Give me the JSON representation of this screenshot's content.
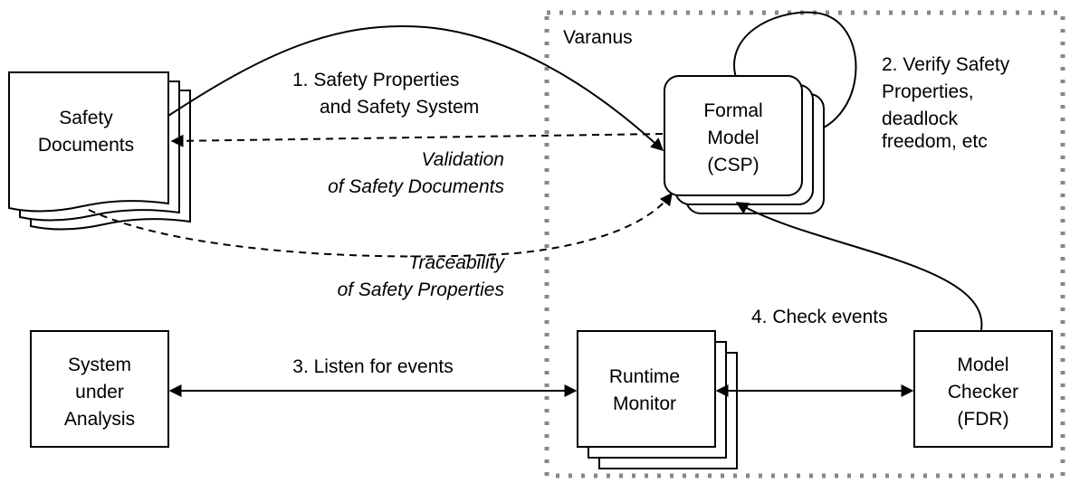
{
  "diagram": {
    "container_label": "Varanus",
    "safety_documents": {
      "line1": "Safety",
      "line2": "Documents"
    },
    "formal_model": {
      "line1": "Formal",
      "line2": "Model",
      "line3": "(CSP)"
    },
    "system_under_analysis": {
      "line1": "System",
      "line2": "under",
      "line3": "Analysis"
    },
    "runtime_monitor": {
      "line1": "Runtime",
      "line2": "Monitor"
    },
    "model_checker": {
      "line1": "Model",
      "line2": "Checker",
      "line3": "(FDR)"
    },
    "edge_1": {
      "line1": "1. Safety Properties",
      "line2": "and Safety System"
    },
    "edge_2": {
      "line1": "2. Verify Safety",
      "line2": "Properties,",
      "line3": "deadlock",
      "line4": "freedom, etc"
    },
    "edge_3": {
      "line1": "3. Listen for events"
    },
    "edge_4": {
      "line1": "4. Check events"
    },
    "edge_validation": {
      "line1": "Validation",
      "line2": "of Safety Documents"
    },
    "edge_traceability": {
      "line1": "Traceability",
      "line2": "of Safety Properties"
    }
  }
}
